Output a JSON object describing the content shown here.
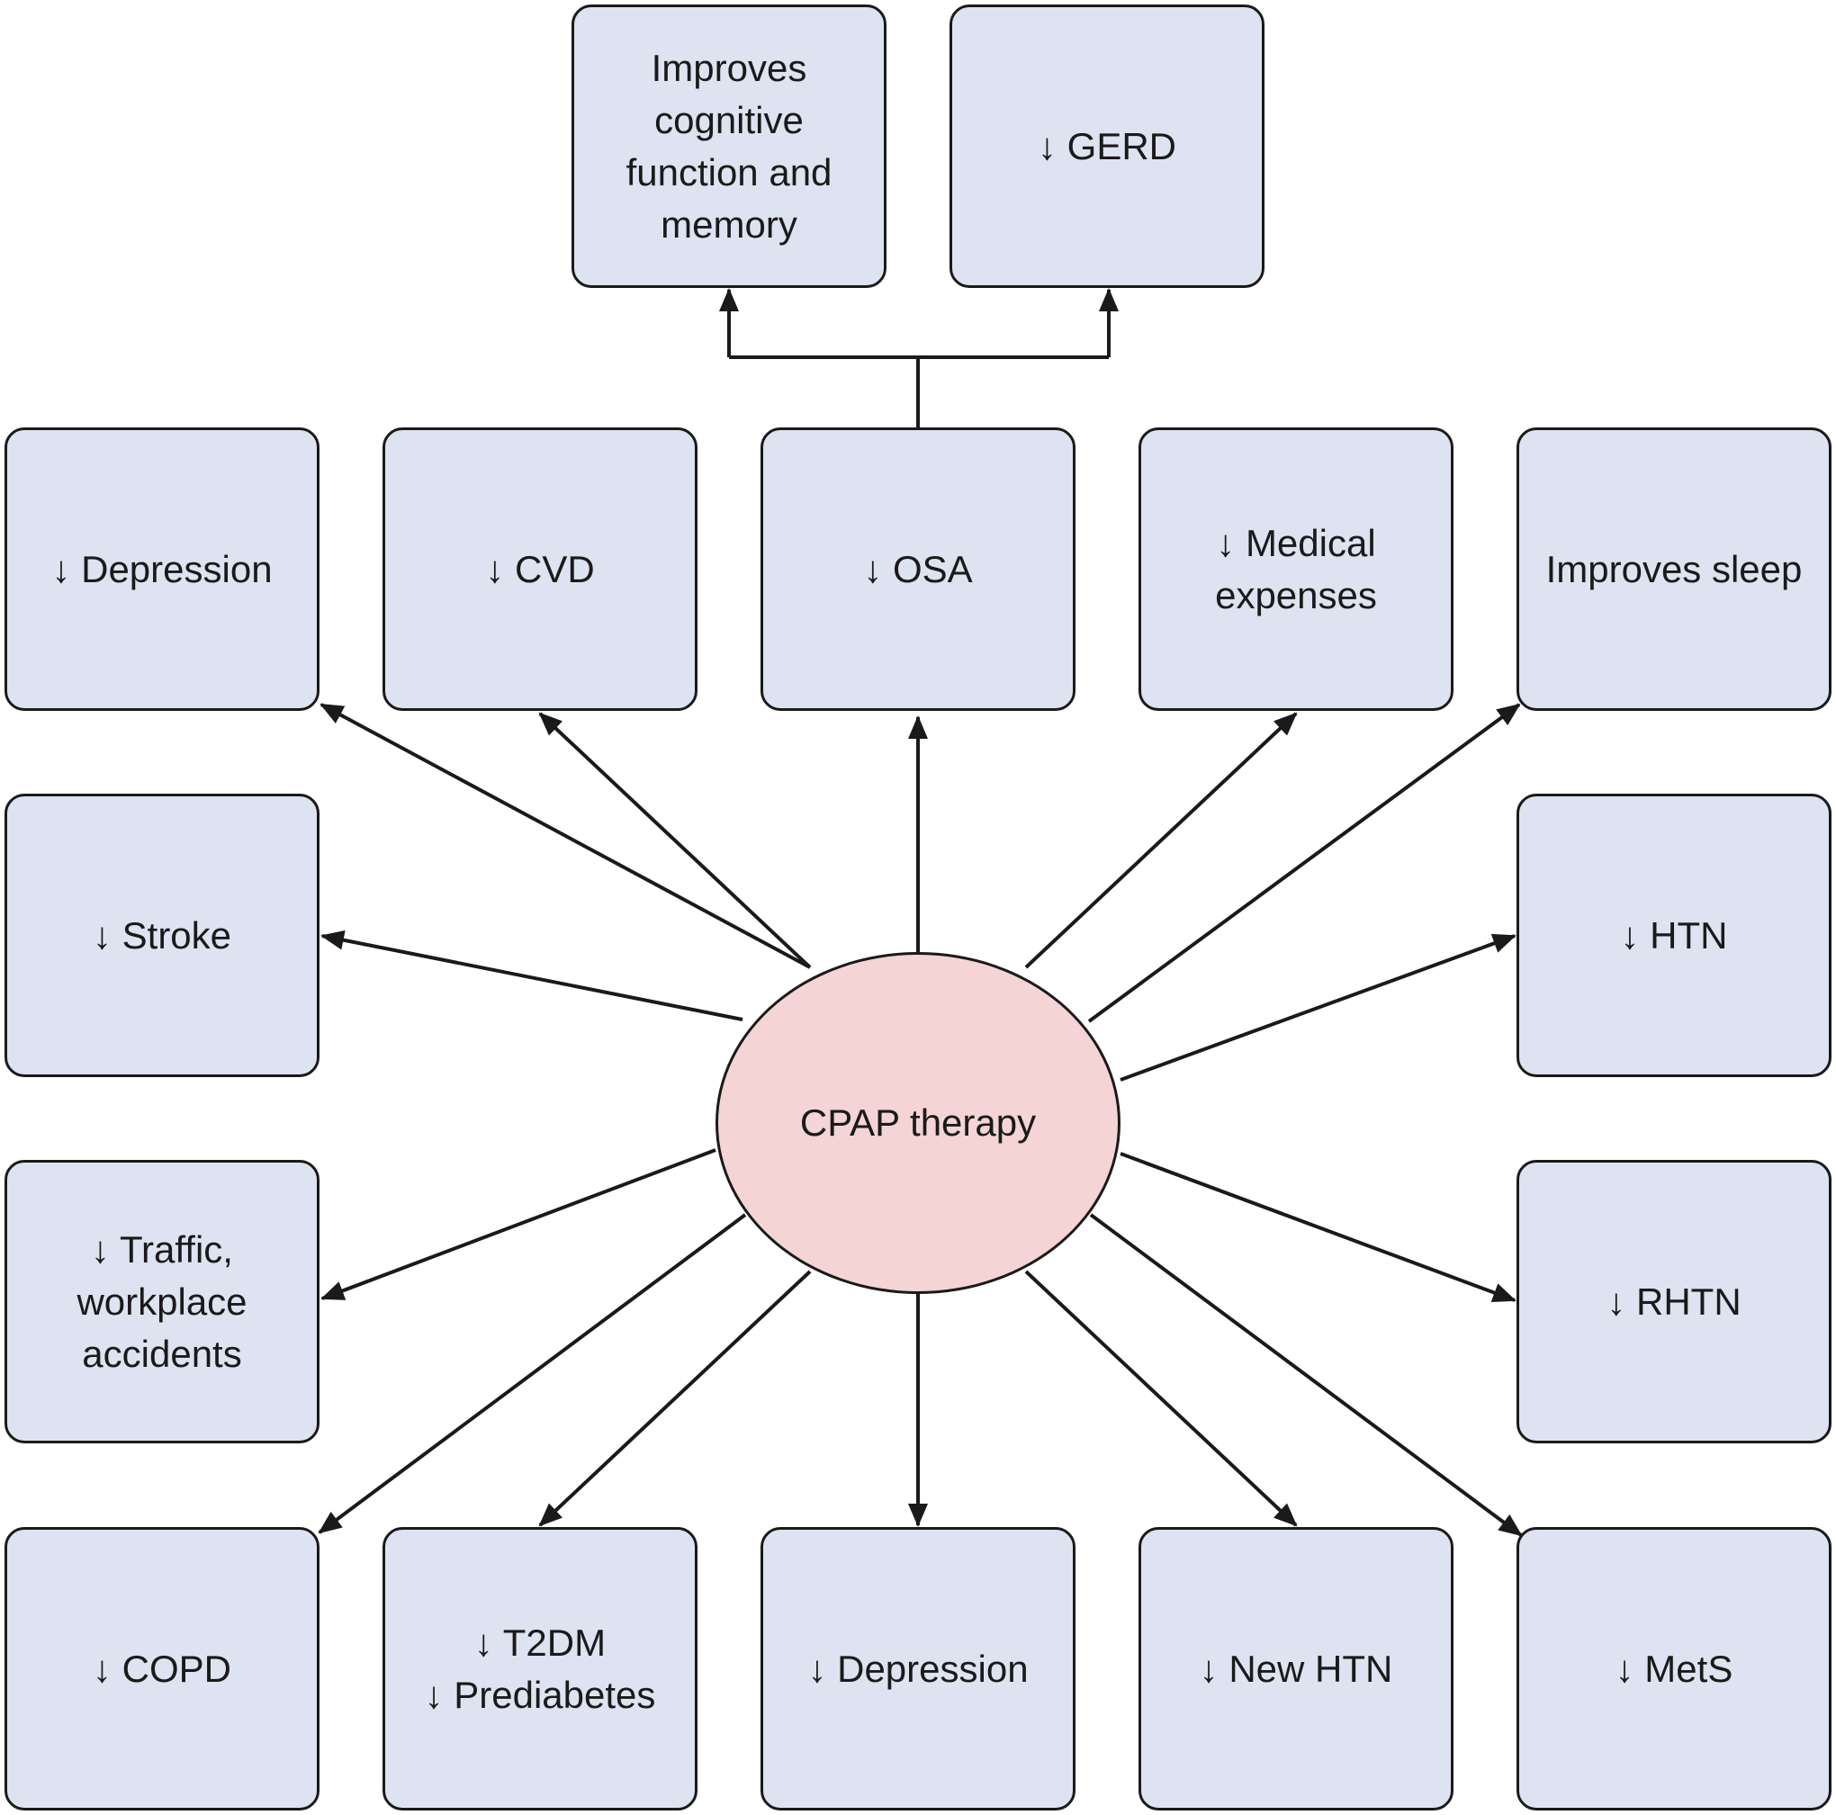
{
  "center": {
    "label": "CPAP therapy"
  },
  "colors": {
    "box_fill": "#dde3f0",
    "center_fill": "#f4d4d4",
    "stroke": "#1a1a1a"
  },
  "top_boxes": [
    {
      "id": "cognitive",
      "lines": [
        "Improves",
        "cognitive",
        "function and",
        "memory"
      ]
    },
    {
      "id": "gerd",
      "lines": [
        "↓ GERD"
      ]
    }
  ],
  "boxes": [
    {
      "id": "depression-top",
      "lines": [
        "↓ Depression"
      ]
    },
    {
      "id": "cvd",
      "lines": [
        "↓ CVD"
      ]
    },
    {
      "id": "osa",
      "lines": [
        "↓ OSA"
      ]
    },
    {
      "id": "medical-expenses",
      "lines": [
        "↓ Medical",
        "expenses"
      ]
    },
    {
      "id": "improves-sleep",
      "lines": [
        "Improves sleep"
      ]
    },
    {
      "id": "stroke",
      "lines": [
        "↓ Stroke"
      ]
    },
    {
      "id": "htn",
      "lines": [
        "↓ HTN"
      ]
    },
    {
      "id": "traffic",
      "lines": [
        "↓ Traffic,",
        "workplace",
        "accidents"
      ]
    },
    {
      "id": "rhtn",
      "lines": [
        "↓ RHTN"
      ]
    },
    {
      "id": "copd",
      "lines": [
        "↓ COPD"
      ]
    },
    {
      "id": "t2dm",
      "lines": [
        "↓ T2DM",
        "↓ Prediabetes"
      ]
    },
    {
      "id": "depression-bottom",
      "lines": [
        "↓ Depression"
      ]
    },
    {
      "id": "new-htn",
      "lines": [
        "↓ New HTN"
      ]
    },
    {
      "id": "mets",
      "lines": [
        "↓ MetS"
      ]
    }
  ]
}
